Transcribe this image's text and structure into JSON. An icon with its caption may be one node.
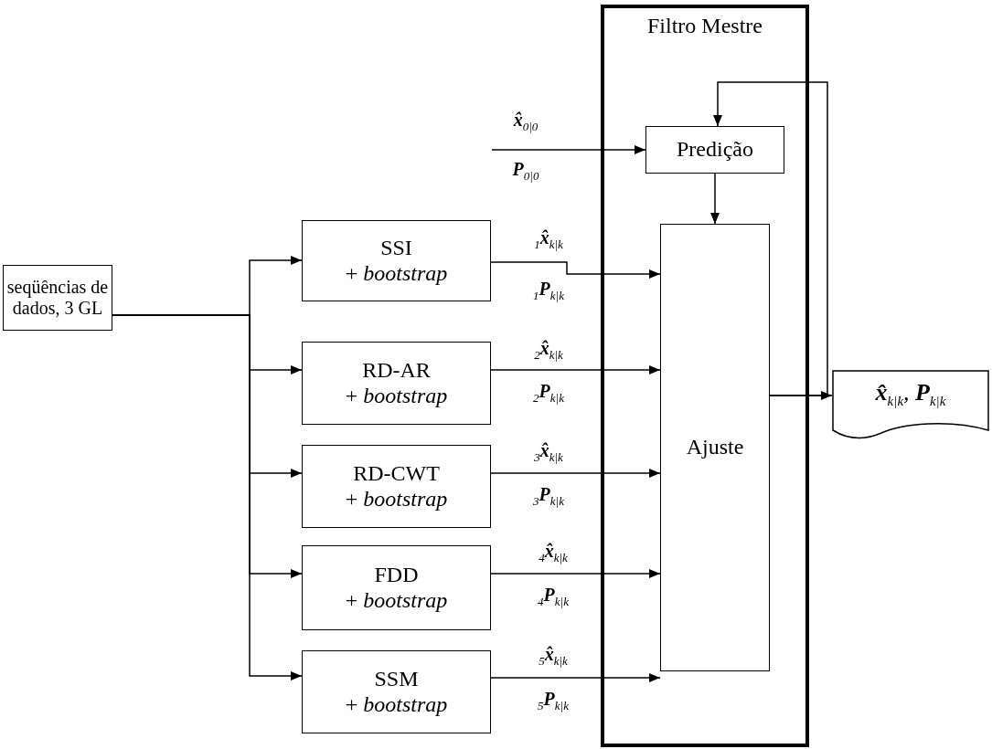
{
  "diagram": {
    "nodes": [
      {
        "text": [
          "seqüências de dados, 3 GL"
        ]
      },
      {
        "text": [
          "SSI",
          "+ *bootstrap*"
        ]
      },
      {
        "text": [
          "RD-AR",
          "+ *bootstrap*"
        ]
      },
      {
        "text": [
          "RD-CWT",
          "+ *bootstrap*"
        ]
      },
      {
        "text": [
          "FDD",
          "+ *bootstrap*"
        ]
      },
      {
        "text": [
          "SSM",
          "+ *bootstrap*"
        ]
      },
      {
        "text": [
          "Filtro Mestre"
        ]
      },
      {
        "text": [
          "Predição"
        ],
        "in": 6
      },
      {
        "text": [
          "Ajuste"
        ],
        "in": 6
      },
      {
        "text": [
          "**x̂**$_{k|k}$, **P**$_{k|k}$"
        ]
      }
    ],
    "edges": [
      {
        "from": 0,
        "to": 1,
        "arrow": "to"
      },
      {
        "from": 0,
        "to": 2,
        "arrow": "to"
      },
      {
        "from": 0,
        "to": 3,
        "arrow": "to"
      },
      {
        "from": 0,
        "to": 4,
        "arrow": "to"
      },
      {
        "from": 0,
        "to": 5,
        "arrow": "to"
      },
      {
        "from": 1,
        "to": 8,
        "arrow": "to",
        "label": "$_{1}$**x̂**$_{k|k}$"
      },
      {
        "from": 2,
        "to": 8,
        "arrow": "to",
        "label": "$_{2}$**x̂**$_{k|k}$"
      },
      {
        "from": 3,
        "to": 8,
        "arrow": "to",
        "label": "$_{3}$**x̂**$_{k|k}$"
      },
      {
        "from": 4,
        "to": 8,
        "arrow": "to",
        "label": "$_{4}$**x̂**$_{k|k}$"
      },
      {
        "from": 5,
        "to": 8,
        "arrow": "to",
        "label": "$_{5}$**x̂**$_{k|k}$"
      },
      {
        "from": null,
        "to": 7,
        "arrow": "to",
        "label": "**x̂**$_{0|0}$"
      },
      {
        "from": 7,
        "to": 8,
        "arrow": "to"
      },
      {
        "from": 8,
        "to": 9,
        "arrow": "to"
      },
      {
        "from": 8,
        "to": 7,
        "arrow": "to"
      }
    ],
    "labels": [
      "**P**$_{0|0}$",
      "$_{1}$**P**$_{k|k}$",
      "$_{2}$**P**$_{k|k}$",
      "$_{3}$**P**$_{k|k}$",
      "$_{4}$**P**$_{k|k}$",
      "$_{5}$**P**$_{k|k}$"
    ]
  }
}
